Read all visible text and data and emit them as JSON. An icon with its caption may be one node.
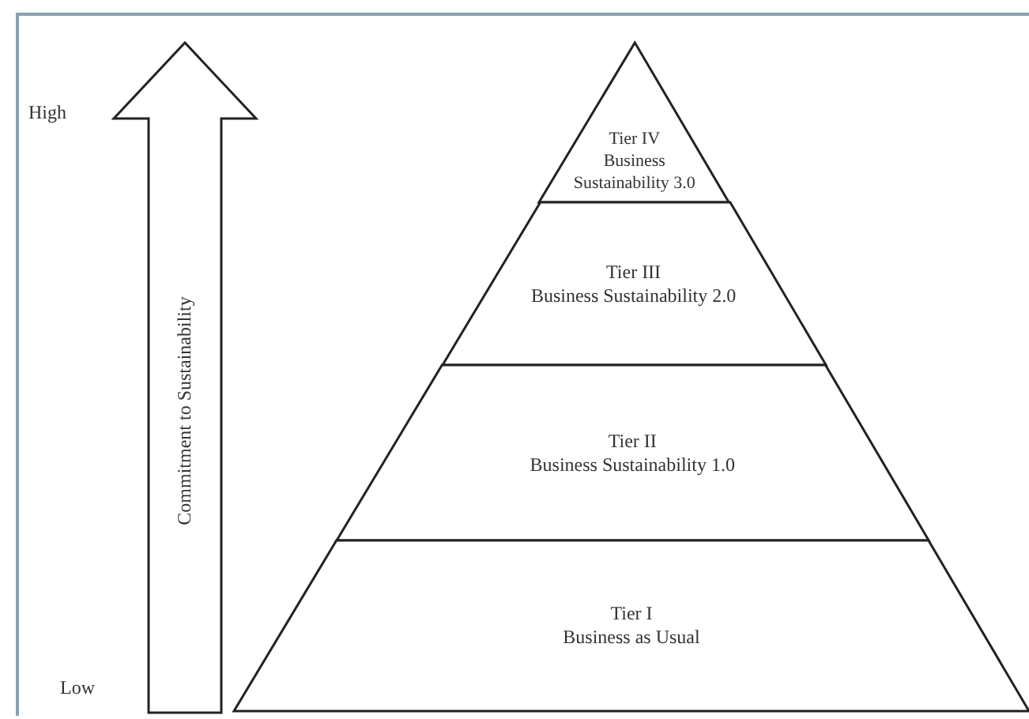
{
  "diagram": {
    "nodes": [
      {
        "text": [
          "Commitment to Sustainability"
        ]
      },
      {
        "text": [
          "Tier IV",
          "Business Sustainability 3.0"
        ]
      },
      {
        "text": [
          "Tier III",
          "Business Sustainability 2.0"
        ]
      },
      {
        "text": [
          "Tier II",
          "Business Sustainability 1.0"
        ]
      },
      {
        "text": [
          "Tier I",
          "Business as Usual"
        ]
      }
    ],
    "labels": [
      "High",
      "Low"
    ]
  }
}
